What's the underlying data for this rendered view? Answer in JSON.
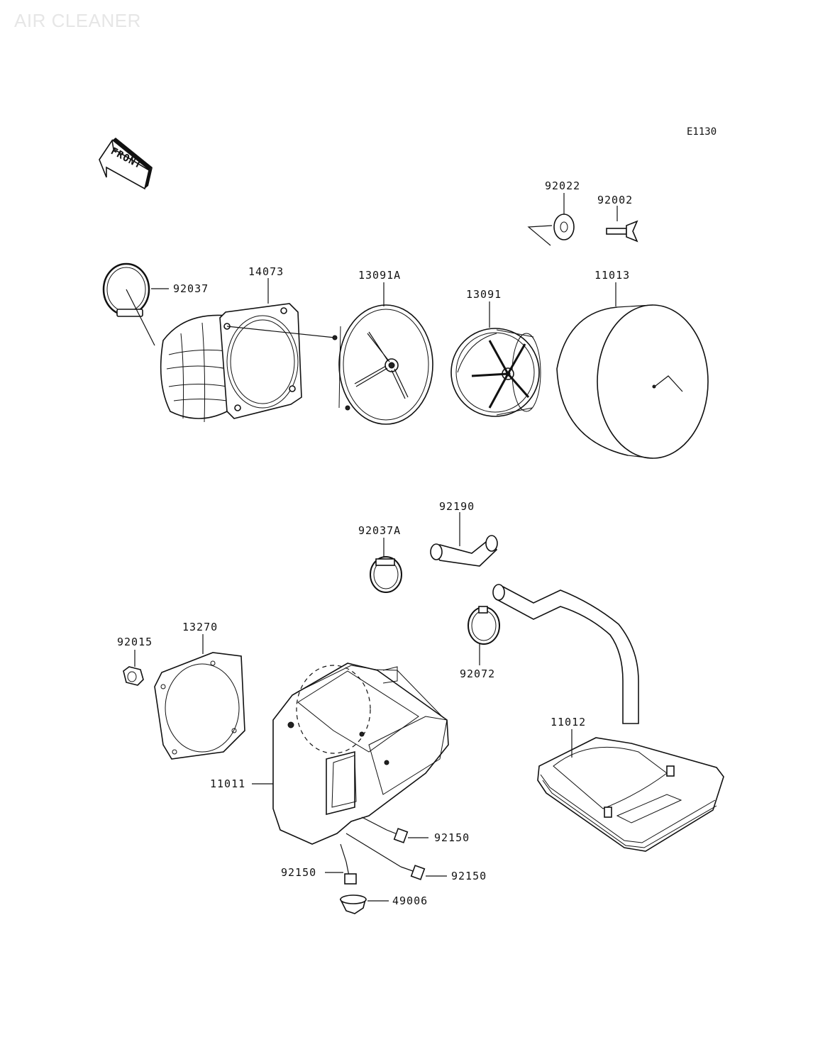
{
  "header": {
    "title": "AIR CLEANER"
  },
  "diagram_code": "E1130",
  "front_arrow_label": "FRONT",
  "parts": {
    "p92022": "92022",
    "p92002": "92002",
    "p92037": "92037",
    "p14073": "14073",
    "p13091A": "13091A",
    "p13091": "13091",
    "p11013": "11013",
    "p92190": "92190",
    "p92037A": "92037A",
    "p13270": "13270",
    "p92015": "92015",
    "p92072": "92072",
    "p11012": "11012",
    "p11011": "11011",
    "p92150a": "92150",
    "p92150b": "92150",
    "p92150c": "92150",
    "p49006": "49006"
  }
}
